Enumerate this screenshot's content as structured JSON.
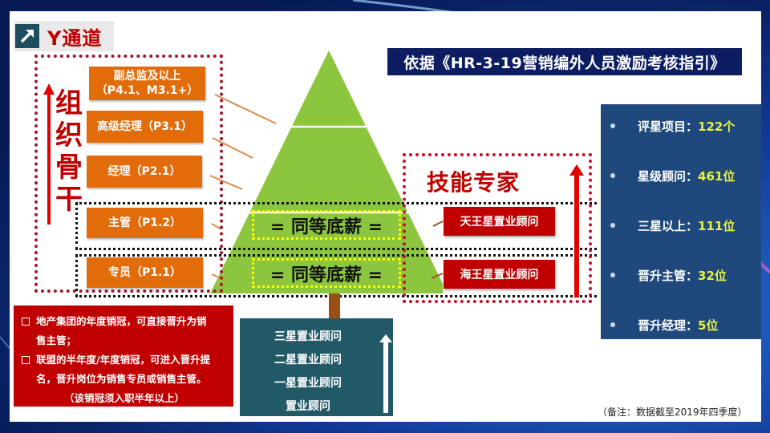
{
  "title": {
    "icon": "arrow-up-right-icon",
    "text": "Y通道"
  },
  "basis": "依据《HR-3-19营销编外人员激励考核指引》",
  "org_track": {
    "label_chars": [
      "组",
      "织",
      "骨",
      "干"
    ],
    "levels": [
      {
        "line1": "副总监及以上",
        "line2": "（P4.1、M3.1+）"
      },
      {
        "line1": "高级经理（P3.1）"
      },
      {
        "line1": "经理（P2.1）"
      },
      {
        "line1": "主管（P1.2）"
      },
      {
        "line1": "专员（P1.1）"
      }
    ]
  },
  "equal_salary": [
    "= 同等底薪 =",
    "= 同等底薪 ="
  ],
  "skill_track": {
    "title": "技能专家",
    "levels": [
      "天王星置业顾问",
      "海王星置业顾问"
    ]
  },
  "stats": [
    {
      "label": "评星项目：",
      "value": "122个"
    },
    {
      "label": "星级顾问：",
      "value": "461位"
    },
    {
      "label": "三星以上：",
      "value": "111位"
    },
    {
      "label": "晋升主管：",
      "value": "32位"
    },
    {
      "label": "晋升经理：",
      "value": "5位"
    }
  ],
  "notes": {
    "items": [
      {
        "line1": "地产集团的年度销冠，可直接晋升为销",
        "line2": "售主管；"
      },
      {
        "line1": "联盟的半年度/年度销冠，可进入晋升提",
        "line2": "名，晋升岗位为销售专员或销售主管。"
      }
    ],
    "remark": "（该销冠须入职半年以上）"
  },
  "consultant_levels": [
    "三星置业顾问",
    "二星置业顾问",
    "一星置业顾问",
    "置业顾问"
  ],
  "footnote": "（备注：数据截至2019年四季度）",
  "colors": {
    "orange": "#e36c0a",
    "red": "#c00000",
    "pyramid_green": "#8cc63f",
    "navy": "#0c1d62",
    "stats_blue": "#1f497d",
    "teal": "#215967",
    "highlight_yellow": "#e8f23b"
  }
}
